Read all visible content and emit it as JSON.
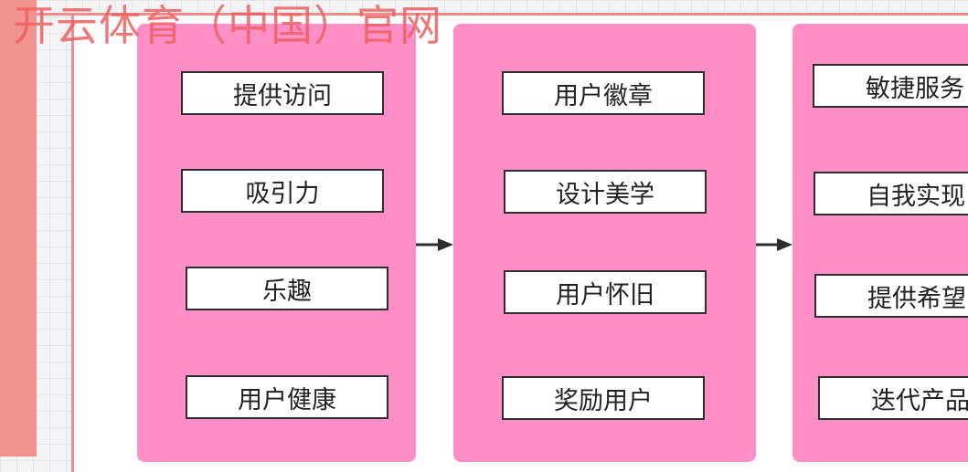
{
  "watermark": "开云体育（中国）官网",
  "columns": [
    {
      "items": [
        "提供访问",
        "吸引力",
        "乐趣",
        "用户健康"
      ]
    },
    {
      "items": [
        "用户徽章",
        "设计美学",
        "用户怀旧",
        "奖励用户"
      ]
    },
    {
      "items": [
        "敏捷服务",
        "自我实现",
        "提供希望",
        "迭代产品"
      ]
    }
  ],
  "colors": {
    "column_fill": "#ff8fc6",
    "side_strip": "#f3938f",
    "box_border": "#2e2e2e",
    "arrow": "#2e2e2e"
  }
}
